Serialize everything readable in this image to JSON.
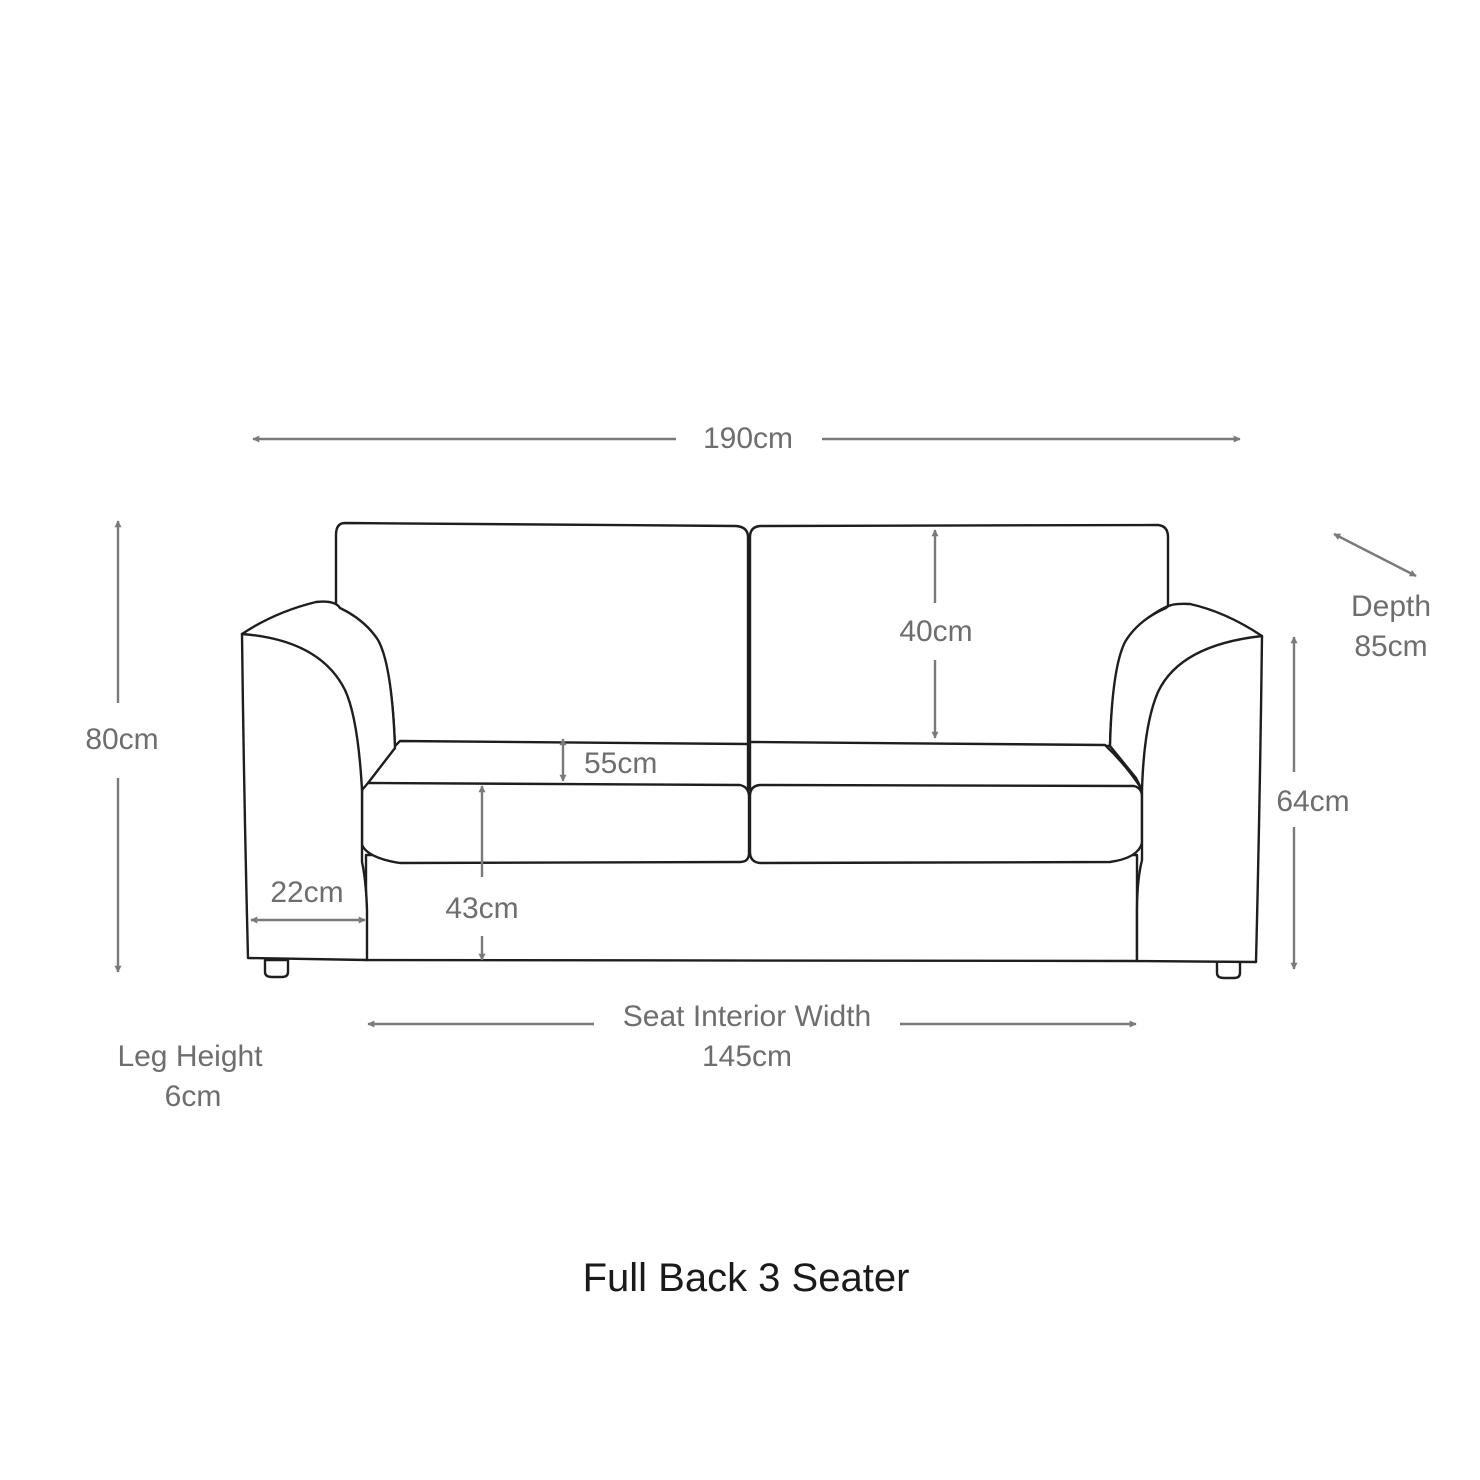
{
  "title": "Full Back 3 Seater",
  "dimensions": {
    "overall_width": "190cm",
    "overall_height": "80cm",
    "back_height": "40cm",
    "seat_depth": "55cm",
    "seat_height": "43cm",
    "arm_width": "22cm",
    "arm_height": "64cm",
    "depth_label": "Depth",
    "depth_value": "85cm",
    "seat_interior_label": "Seat Interior Width",
    "seat_interior_value": "145cm",
    "leg_height_label": "Leg Height",
    "leg_height_value": "6cm"
  },
  "colors": {
    "outline": "#1e1e1e",
    "dimension": "#7a7a7a",
    "label": "#6e6e6e",
    "title": "#1a1a1a"
  }
}
